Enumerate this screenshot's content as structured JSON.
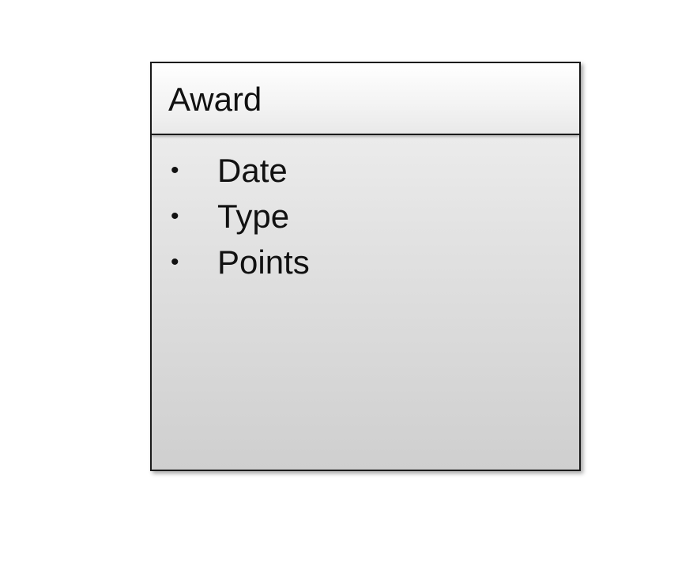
{
  "entity": {
    "title": "Award",
    "attributes": [
      {
        "bullet": "•",
        "label": "Date"
      },
      {
        "bullet": "•",
        "label": "Type"
      },
      {
        "bullet": "•",
        "label": "Points"
      }
    ]
  }
}
